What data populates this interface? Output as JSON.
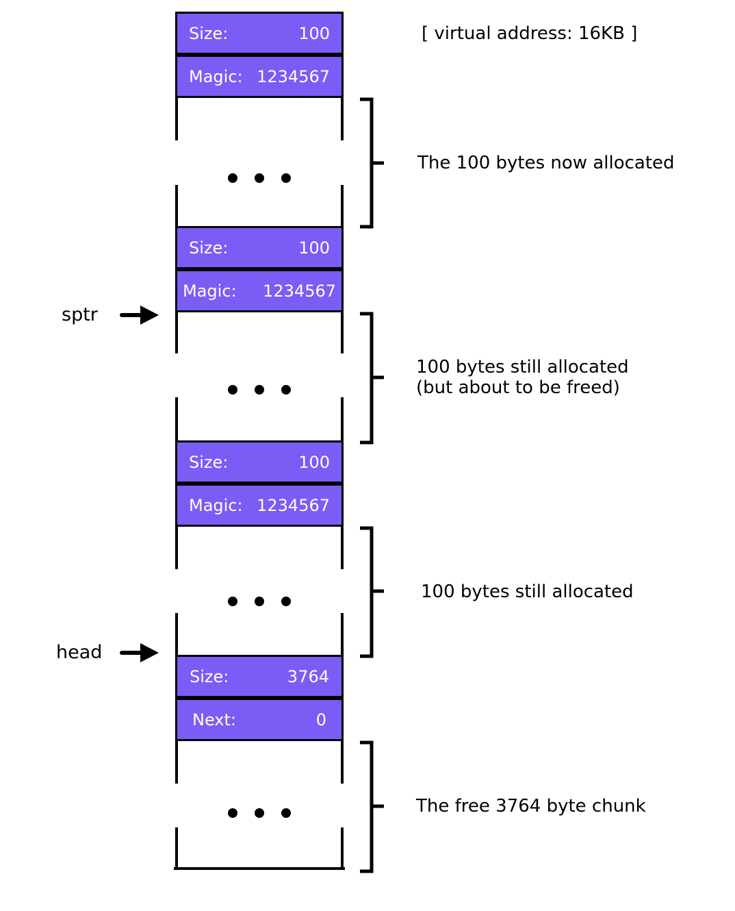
{
  "header_blocks": [
    {
      "left": "Size:",
      "right": "100"
    },
    {
      "left": "Magic:",
      "right": "1234567"
    },
    {
      "left": "Size:",
      "right": "100"
    },
    {
      "left": "Magic:",
      "right": "1234567"
    },
    {
      "left": "Size:",
      "right": "100"
    },
    {
      "left": "Magic:",
      "right": "1234567"
    },
    {
      "left": "Size:",
      "right": "3764"
    },
    {
      "left": "Next:",
      "right": "0"
    }
  ],
  "ellipsis": "• • •",
  "annotations": {
    "address": "[ virtual address: 16KB ]",
    "region1": "The 100 bytes now allocated",
    "region2_line1": "100 bytes still allocated",
    "region2_line2": "(but about to be freed)",
    "region3": "100 bytes still allocated",
    "region4": "The free 3764 byte chunk"
  },
  "pointers": {
    "sptr": "sptr",
    "head": "head"
  },
  "colors": {
    "header_fill": "#7b5cf5",
    "header_text": "#ffffff",
    "outline": "#000000"
  }
}
